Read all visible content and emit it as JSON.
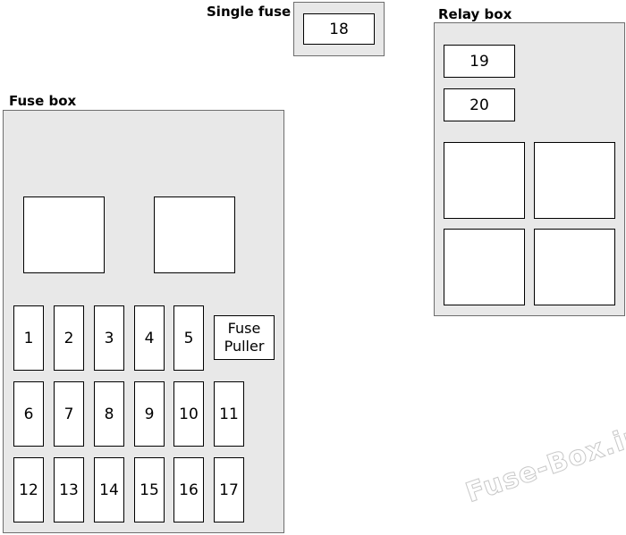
{
  "single_fuse": {
    "title": "Single fuse",
    "fuse": "18"
  },
  "relay_box": {
    "title": "Relay box",
    "fuses": [
      "19",
      "20"
    ]
  },
  "fuse_box": {
    "title": "Fuse box",
    "row1": [
      "1",
      "2",
      "3",
      "4",
      "5"
    ],
    "fuse_puller": "Fuse\nPuller",
    "row2": [
      "6",
      "7",
      "8",
      "9",
      "10",
      "11"
    ],
    "row3": [
      "12",
      "13",
      "14",
      "15",
      "16",
      "17"
    ]
  },
  "watermark": "Fuse-Box.info"
}
